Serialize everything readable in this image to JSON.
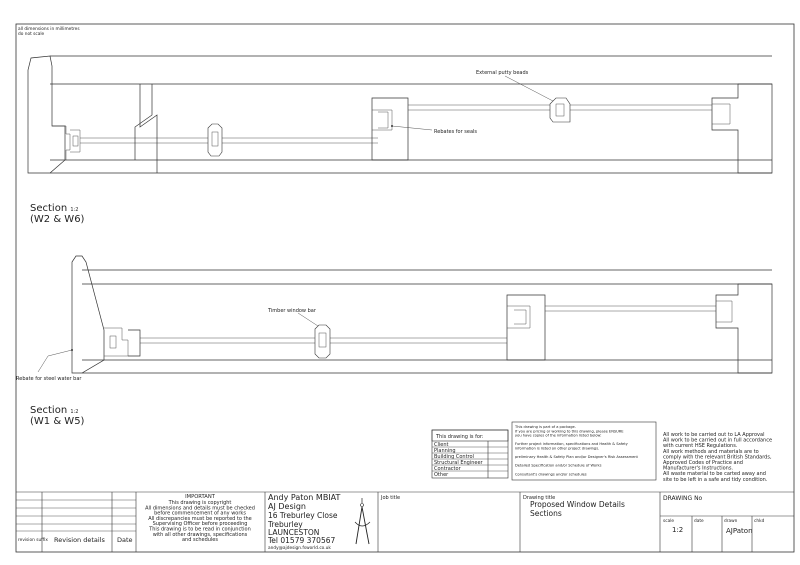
{
  "notes": {
    "line1": "all dimensions in millimetres",
    "line2": "do not scale"
  },
  "sections": [
    {
      "label": "Section",
      "scale": "1:2",
      "subtitle": "(W2 & W6)"
    },
    {
      "label": "Section",
      "scale": "1:2",
      "subtitle": "(W1 & W5)"
    }
  ],
  "annotations": {
    "putty_beads": "External putty beads",
    "rebates_seals": "Rebates for seals",
    "window_bar": "Timber window bar",
    "water_bar": "Rebate for steel water bar"
  },
  "legend": {
    "header": "This drawing is for:",
    "rows": [
      "Client",
      "Planning",
      "Building Control",
      "Structural Engineer",
      "Contractor",
      "Other"
    ]
  },
  "package_note": {
    "lines": [
      "This drawing is part of a package.",
      "If you are pricing or working to this drawing, please ENSURE",
      "you have copies of the information listed below:",
      "",
      "Further project information, specifications and Health & Safety",
      "information is listed on other project drawings.",
      "",
      "preliminary Health & Safety Plan and/or Designer's Risk Assessment",
      "",
      "Detailed Specification and/or Schedule of Works",
      "",
      "Consultant's drawings and/or schedules"
    ]
  },
  "hse_notes": {
    "lines": [
      "All work to be carried out to LA Approval",
      "All work to be carried out in full accordance",
      "with current HSE Regulations.",
      "All work methods and materials are to",
      "comply with the relevant British Standards,",
      "Approved Codes of Practice and",
      "Manufacturer's Instructions.",
      "All waste material to be carted away and",
      "site to be left in a safe and tidy condition."
    ]
  },
  "title_block": {
    "revision_suffix": "revision suffix",
    "revision_details": "Revision details",
    "date": "Date",
    "important": {
      "heading": "IMPORTANT",
      "lines": [
        "This drawing is copyright",
        "All dimensions and details must be checked",
        "before commencement of any works",
        "All discrepancies must be reported to the",
        "Supervising Officer before proceeding",
        "This drawing is to be read in conjunction",
        "with all other drawings, specifications",
        "and schedules"
      ]
    },
    "company": {
      "name": "Andy Paton MBIAT",
      "brand": "AJ Design",
      "address1": "16 Treburley Close",
      "address2": "Treburley",
      "town": "LAUNCESTON",
      "tel": "Tel 01579 370567",
      "email": "andy@ajdesign.fsworld.co.uk"
    },
    "job_title_label": "Job title",
    "drawing_title_label": "Drawing title",
    "drawing_title": [
      "Proposed Window Details",
      "Sections"
    ],
    "drawing_no_label": "DRAWING No",
    "scale_label": "scale",
    "scale": "1:2",
    "date_label": "date",
    "drawn_label": "drawn",
    "drawn": "AJPaton",
    "chkd_label": "chkd"
  }
}
